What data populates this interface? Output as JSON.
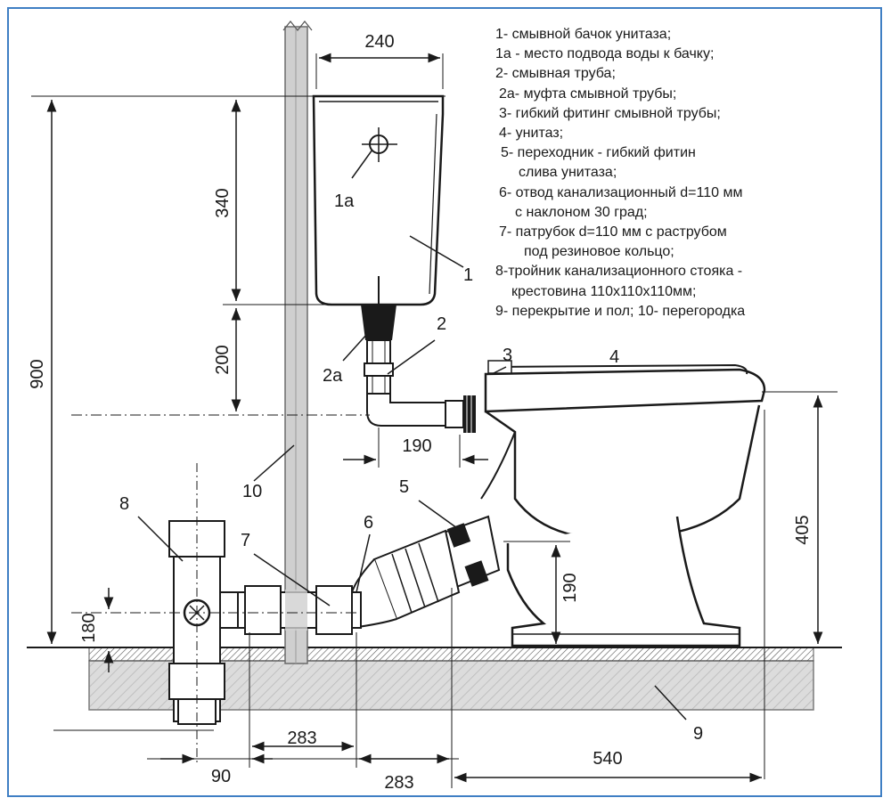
{
  "dimensions": {
    "tank_width": "240",
    "tank_height": "340",
    "pipe_height": "200",
    "total_height": "900",
    "flange_offset": "190",
    "bowl_height": "405",
    "outlet_height": "190",
    "tee_height": "180",
    "bottom_left_a": "283",
    "bottom_left_b": "90",
    "bottom_mid": "283",
    "bottom_right": "540"
  },
  "callouts": {
    "c1": "1",
    "c1a": "1a",
    "c2": "2",
    "c2a": "2a",
    "c3": "3",
    "c4": "4",
    "c5": "5",
    "c6": "6",
    "c7": "7",
    "c8": "8",
    "c9": "9",
    "c10": "10"
  },
  "legend": [
    "1- смывной бачок унитаза;",
    "1а - место подвода воды к бачку;",
    "2- смывная труба;",
    "2а- муфта смывной трубы;",
    "3- гибкий фитинг смывной трубы;",
    "4- унитаз;",
    "5- переходник - гибкий фитин",
    "слива унитаза;",
    "6- отвод канализационный d=110 мм",
    "с наклоном 30 град;",
    "7- патрубок d=110 мм с раструбом",
    "под резиновое кольцо;",
    "8-тройник канализационного стояка -",
    "крестовина 110х110х110мм;",
    "9- перекрытие и пол; 10- перегородка"
  ],
  "colors": {
    "frame": "#3f7fc4",
    "ink": "#1a1a1a",
    "wall": "#cfcfcf",
    "floor": "#d9d9d9"
  }
}
